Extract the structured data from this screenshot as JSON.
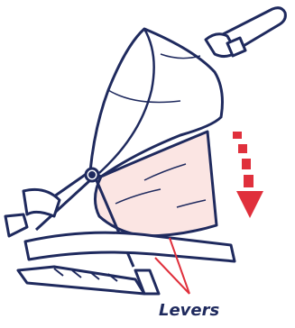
{
  "diagram": {
    "callout_label": "Levers",
    "colors": {
      "outline": "#1f2a5e",
      "fabric_fill": "#fbe5e3",
      "accent": "#e0303c",
      "background": "#ffffff"
    },
    "parts": [
      "canopy",
      "seat-body",
      "push-handle",
      "folding-hinge",
      "wheel-frame",
      "direction-arrow",
      "lever-callout"
    ]
  }
}
